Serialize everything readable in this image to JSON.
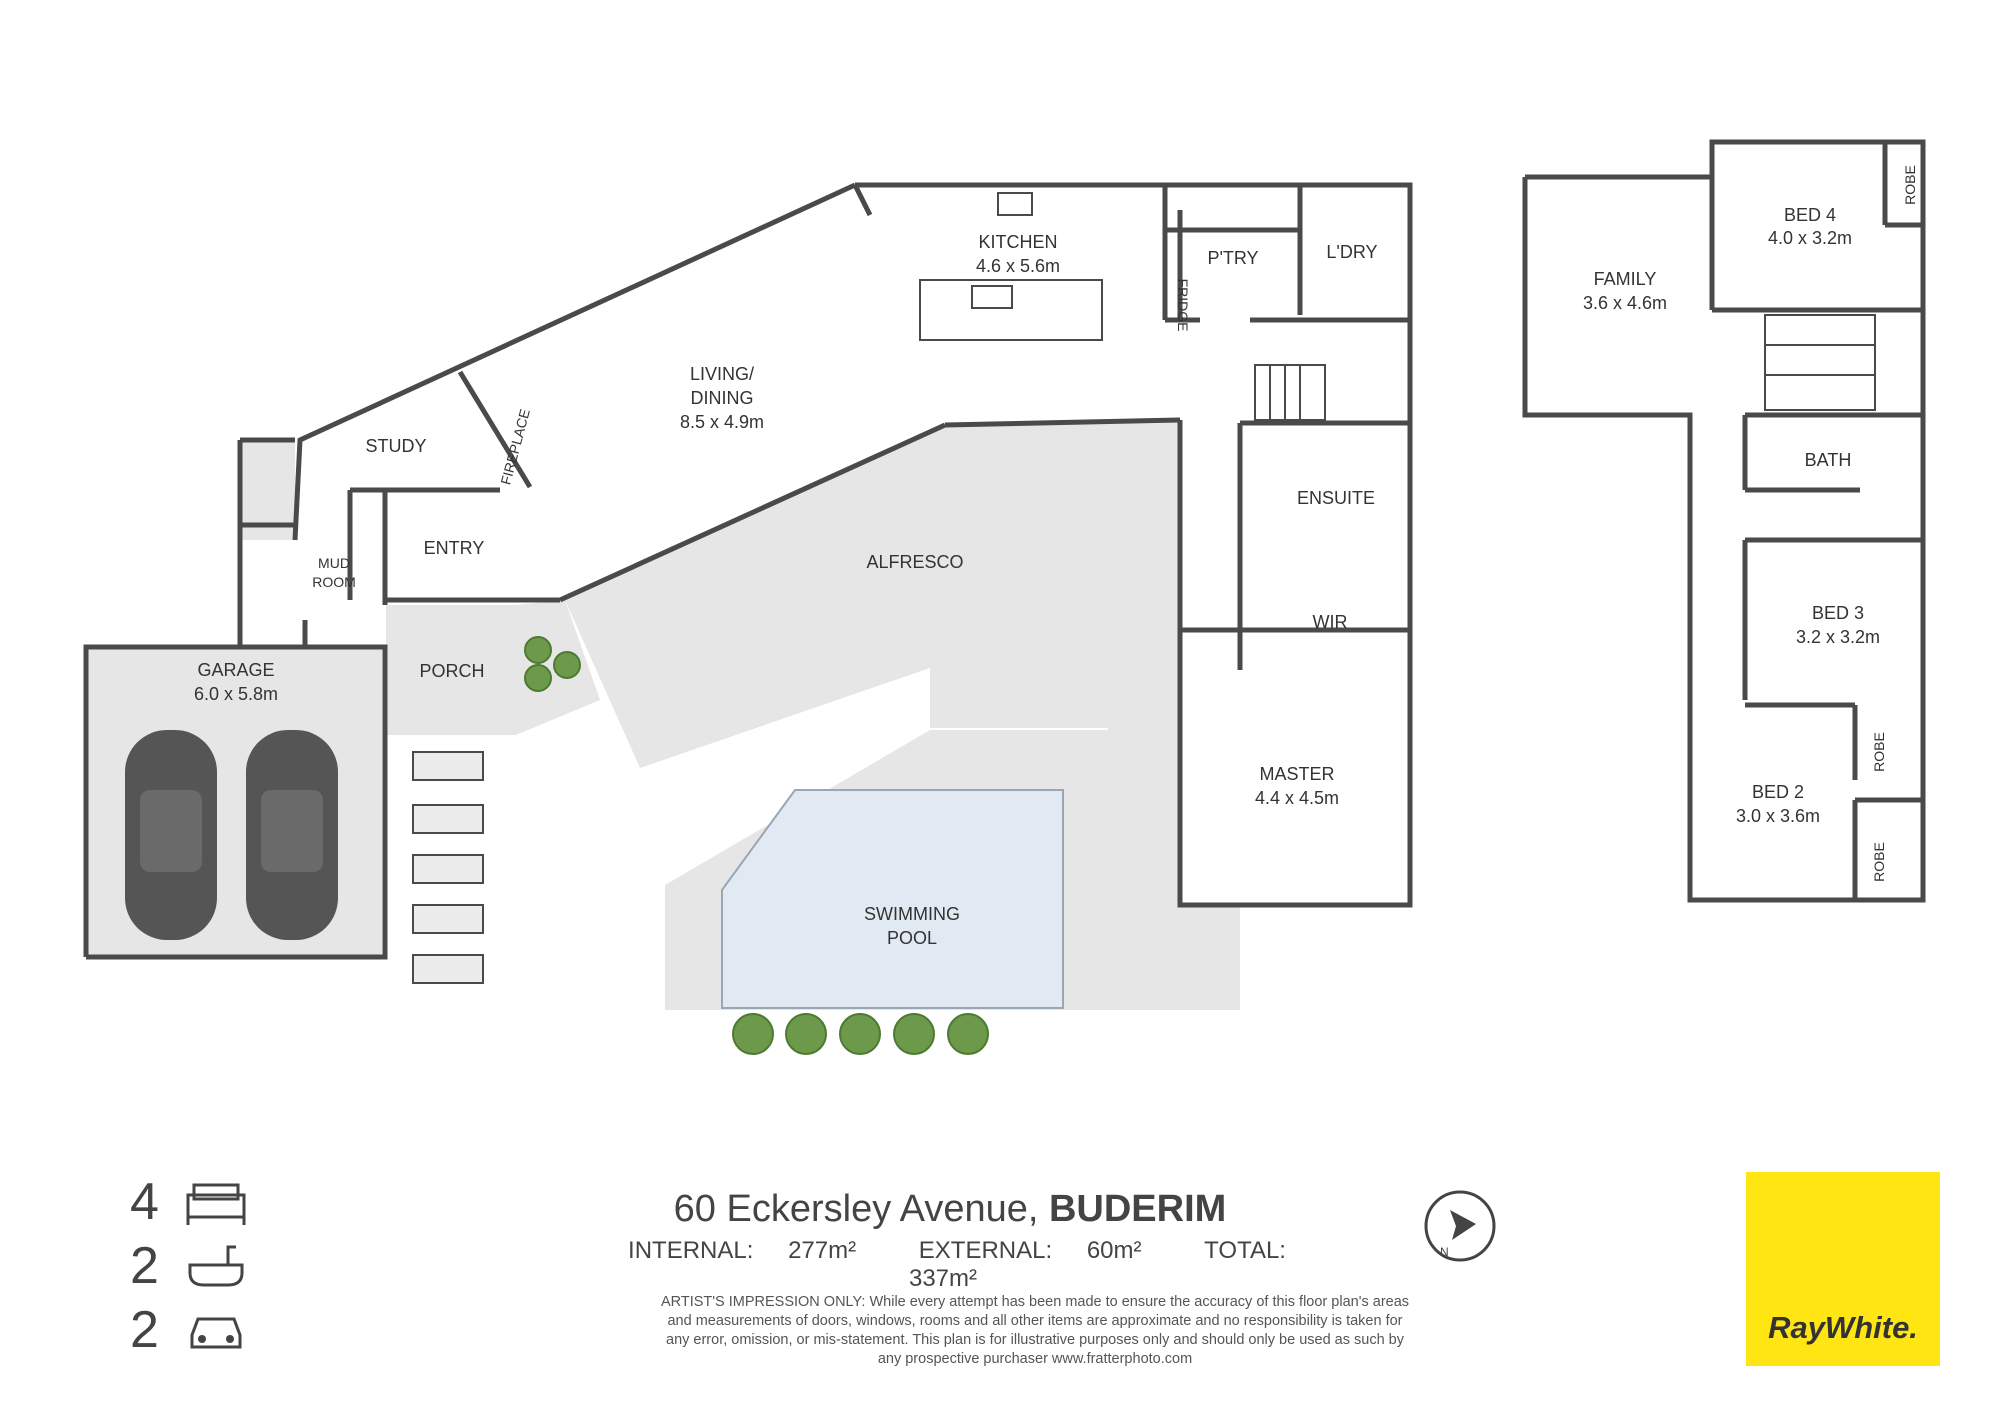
{
  "rooms": {
    "kitchen": {
      "name": "KITCHEN",
      "size": "4.6 x 5.6m"
    },
    "pantry": {
      "name": "P'TRY"
    },
    "laundry": {
      "name": "L'DRY"
    },
    "fridge": {
      "name": "FRIDGE"
    },
    "living": {
      "name_line1": "LIVING/",
      "name_line2": "DINING",
      "size": "8.5 x 4.9m"
    },
    "study": {
      "name": "STUDY"
    },
    "fireplace": {
      "name": "FIREPLACE"
    },
    "entry": {
      "name": "ENTRY"
    },
    "mud_room": {
      "name_line1": "MUD",
      "name_line2": "ROOM"
    },
    "garage": {
      "name": "GARAGE",
      "size": "6.0 x 5.8m"
    },
    "porch": {
      "name": "PORCH"
    },
    "alfresco": {
      "name": "ALFRESCO"
    },
    "ensuite": {
      "name": "ENSUITE"
    },
    "wir": {
      "name": "WIR"
    },
    "master": {
      "name": "MASTER",
      "size": "4.4 x 4.5m"
    },
    "pool": {
      "name_line1": "SWIMMING",
      "name_line2": "POOL"
    },
    "family": {
      "name": "FAMILY",
      "size": "3.6 x 4.6m"
    },
    "bed4": {
      "name": "BED 4",
      "size": "4.0 x 3.2m"
    },
    "bath": {
      "name": "BATH"
    },
    "bed3": {
      "name": "BED 3",
      "size": "3.2 x 3.2m"
    },
    "bed2": {
      "name": "BED 2",
      "size": "3.0 x 3.6m"
    },
    "robe": {
      "name": "ROBE"
    }
  },
  "stats": {
    "bedrooms": "4",
    "bathrooms": "2",
    "car_spaces": "2"
  },
  "address": {
    "street": "60 Eckersley Avenue,",
    "suburb": "BUDERIM"
  },
  "areas": {
    "internal_label": "INTERNAL:",
    "internal_value": "277m²",
    "external_label": "EXTERNAL:",
    "external_value": "60m²",
    "total_label": "TOTAL:",
    "total_value": "337m²"
  },
  "disclaimer": {
    "line1": "ARTIST'S IMPRESSION ONLY: While every attempt has been made to ensure the accuracy of this floor plan's areas",
    "line2": "and measurements of doors, windows, rooms and all other items are approximate and no responsibility is taken for",
    "line3": "any error, omission, or mis-statement. This plan is for illustrative purposes only and should only be used as such by",
    "line4": "any prospective purchaser www.fratterphoto.com"
  },
  "compass": {
    "letter": "N"
  },
  "logo": {
    "text": "RayWhite."
  },
  "colors": {
    "wall": "#4a4a4a",
    "outdoor_fill": "#e6e6e6",
    "pool_fill": "#e1e9f3",
    "logo_bg": "#ffe512",
    "tree": "#6c9a4a"
  }
}
